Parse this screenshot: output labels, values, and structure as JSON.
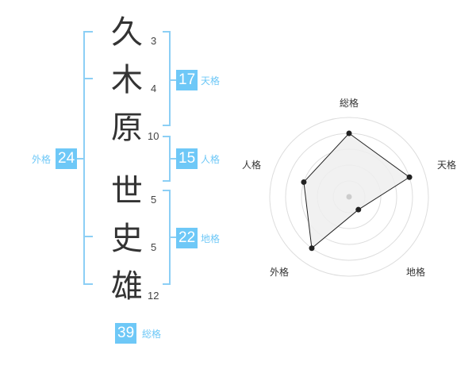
{
  "name_chars": [
    {
      "char": "久",
      "strokes": "3"
    },
    {
      "char": "木",
      "strokes": "4"
    },
    {
      "char": "原",
      "strokes": "10"
    },
    {
      "char": "世",
      "strokes": "5"
    },
    {
      "char": "史",
      "strokes": "5"
    },
    {
      "char": "雄",
      "strokes": "12"
    }
  ],
  "kaku": {
    "tenkaku": {
      "value": "17",
      "label": "天格"
    },
    "jinkaku": {
      "value": "15",
      "label": "人格"
    },
    "chikaku": {
      "value": "22",
      "label": "地格"
    },
    "gaikaku": {
      "value": "24",
      "label": "外格"
    },
    "soukaku": {
      "value": "39",
      "label": "総格"
    }
  },
  "colors": {
    "accent": "#6ec8f7",
    "bracket": "#8ccff5",
    "text": "#333333",
    "radar_fill": "#eeeeee",
    "radar_ring": "#dddddd"
  },
  "chart_data": {
    "type": "radar",
    "axes": [
      "総格",
      "天格",
      "地格",
      "外格",
      "人格"
    ],
    "values": [
      4,
      4,
      1,
      4,
      3
    ],
    "rmax": 5,
    "rings": 5
  }
}
